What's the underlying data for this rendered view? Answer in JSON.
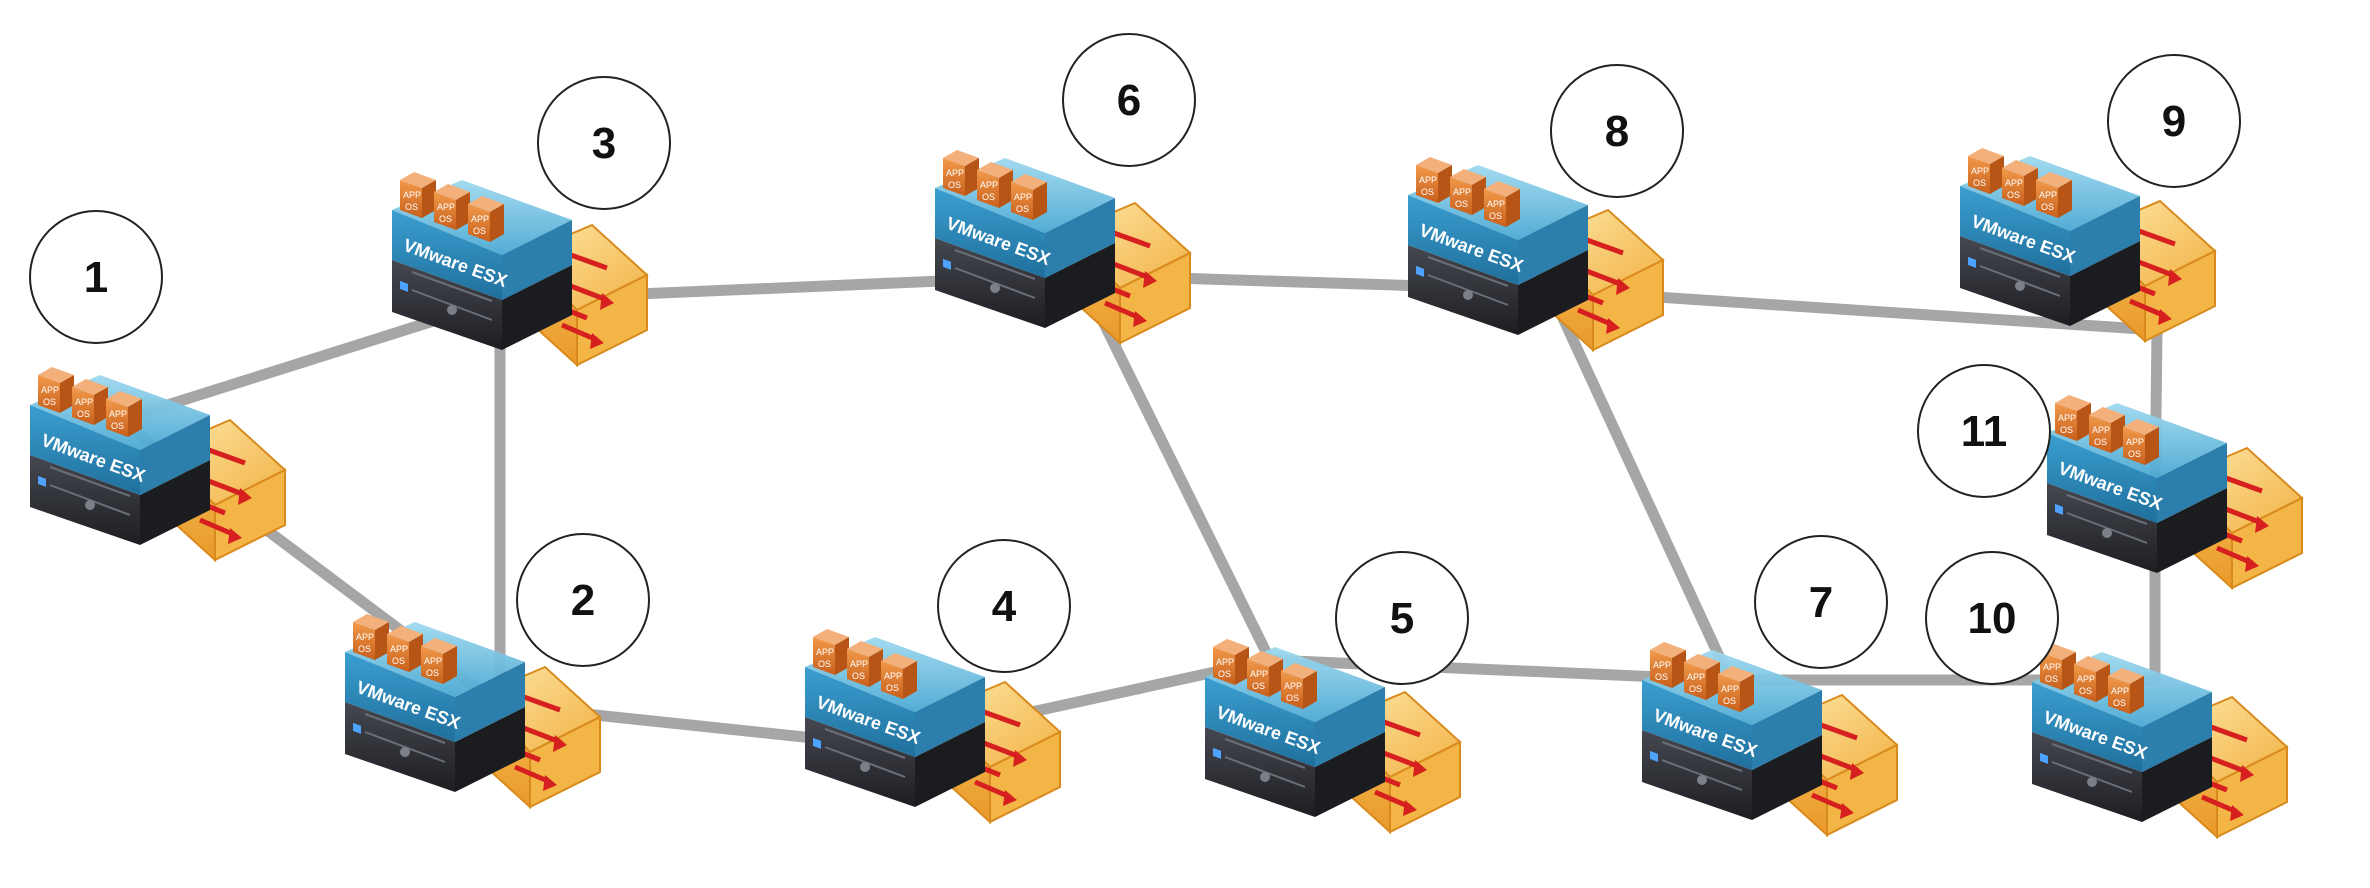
{
  "diagram": {
    "nodes": [
      {
        "id": "1",
        "label": "1"
      },
      {
        "id": "2",
        "label": "2"
      },
      {
        "id": "3",
        "label": "3"
      },
      {
        "id": "4",
        "label": "4"
      },
      {
        "id": "5",
        "label": "5"
      },
      {
        "id": "6",
        "label": "6"
      },
      {
        "id": "7",
        "label": "7"
      },
      {
        "id": "8",
        "label": "8"
      },
      {
        "id": "9",
        "label": "9"
      },
      {
        "id": "10",
        "label": "10"
      },
      {
        "id": "11",
        "label": "11"
      }
    ],
    "links": [
      [
        "1",
        "3"
      ],
      [
        "1",
        "2"
      ],
      [
        "2",
        "3"
      ],
      [
        "3",
        "6"
      ],
      [
        "2",
        "4"
      ],
      [
        "4",
        "5"
      ],
      [
        "6",
        "5"
      ],
      [
        "6",
        "8"
      ],
      [
        "8",
        "7"
      ],
      [
        "5",
        "7"
      ],
      [
        "8",
        "9"
      ],
      [
        "7",
        "10"
      ],
      [
        "9",
        "11"
      ],
      [
        "11",
        "10"
      ]
    ],
    "server_brand": "VMware ESX",
    "vm_tags": [
      "APP",
      "OS"
    ],
    "colors": {
      "link": "#a6a6a6",
      "server_top": "#5fb8dc",
      "server_side": "#2a7fae",
      "chassis": "#2b2d33",
      "vm_box": "#e07a2a",
      "switch": "#f7c560",
      "arrow": "#d61f1f",
      "label_circle_stroke": "#222222"
    }
  }
}
